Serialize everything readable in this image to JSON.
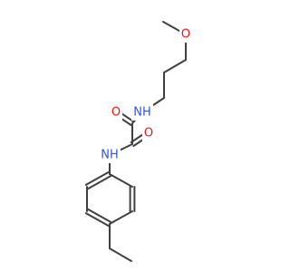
{
  "atoms": [
    {
      "id": "o_methoxy",
      "symbol": "O",
      "color": "#ff0d0d"
    },
    {
      "id": "n_amide_top",
      "symbol": "N",
      "label": "NH",
      "color": "#3050f8"
    },
    {
      "id": "o_carbonyl_1",
      "symbol": "O",
      "color": "#ff0d0d"
    },
    {
      "id": "o_carbonyl_2",
      "symbol": "O",
      "color": "#ff0d0d"
    },
    {
      "id": "n_amide_bottom",
      "symbol": "N",
      "label": "NH",
      "color": "#3050f8"
    }
  ],
  "colors": {
    "bond": "#404040",
    "background": "#ffffff"
  }
}
